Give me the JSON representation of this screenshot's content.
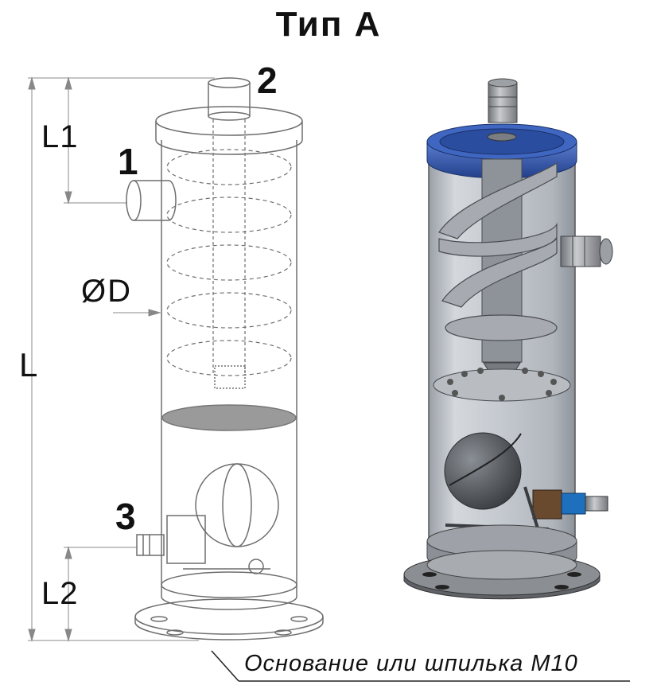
{
  "title": "Тип А",
  "labels": {
    "port_1": "1",
    "port_2": "2",
    "port_3": "3",
    "dim_l1": "L1",
    "dim_l": "L",
    "dim_l2": "L2",
    "dim_d": "ØD"
  },
  "caption": "Основание или шпилька М10",
  "colors": {
    "line": "#6e6e6e",
    "lid_blue": "#2f55a8",
    "glass": "#c4c9cf",
    "metal": "#8a8d92"
  }
}
